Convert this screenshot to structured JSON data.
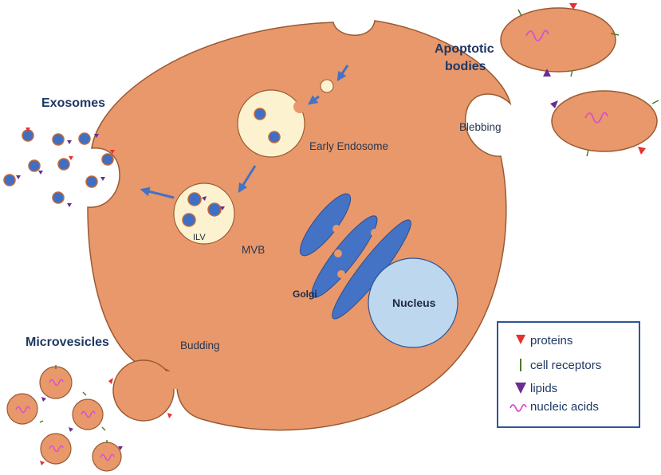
{
  "labels": {
    "exosomes": "Exosomes",
    "apoptotic_line1": "Apoptotic",
    "apoptotic_line2": "bodies",
    "microvesicles": "Microvesicles",
    "early_endosome": "Early Endosome",
    "blebbing": "Blebbing",
    "budding": "Budding",
    "mvb": "MVB",
    "ilv": "ILV",
    "golgi": "Golgi",
    "nucleus": "Nucleus"
  },
  "legend": {
    "proteins": "proteins",
    "cell_receptors": "cell receptors",
    "lipids": "lipids",
    "nucleic_acids": "nucleic acids"
  },
  "colors": {
    "cell_fill": "#e8986a",
    "cell_stroke": "#9a5a33",
    "vesicle_fill": "#fdf2cf",
    "dot_fill": "#3f6fc4",
    "golgi_fill": "#4472c4",
    "nucleus_fill": "#bdd7ee",
    "arrow": "#4472c4",
    "protein": "#e83030",
    "receptor": "#4a7c2a",
    "lipid": "#6a2d91",
    "nucleic": "#d94ed1",
    "legend_border": "#2f5597"
  }
}
